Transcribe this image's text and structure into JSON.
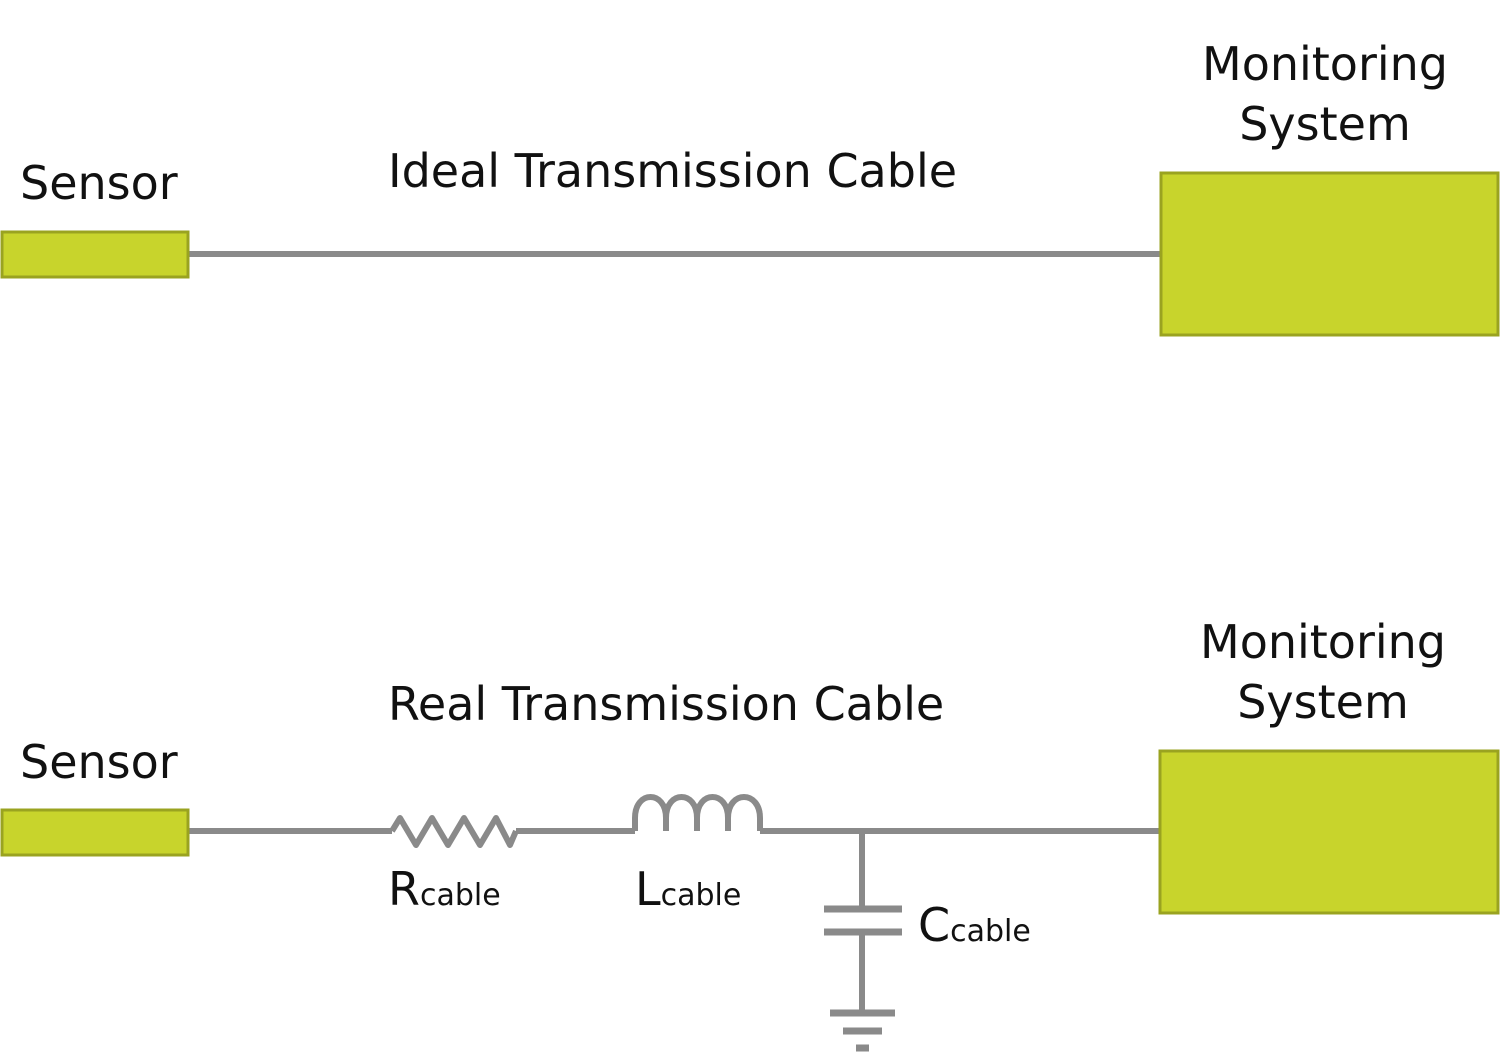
{
  "colors": {
    "box_fill": "#c8d42c",
    "box_border": "#9aa320",
    "wire": "#8a8a8a",
    "text": "#111111"
  },
  "ideal": {
    "sensor_label": "Sensor",
    "cable_label": "Ideal Transmission Cable",
    "monitor_line1": "Monitoring",
    "monitor_line2": "System"
  },
  "real": {
    "sensor_label": "Sensor",
    "cable_label": "Real Transmission Cable",
    "monitor_line1": "Monitoring",
    "monitor_line2": "System",
    "resistor": {
      "symbol": "R",
      "subscript": "cable"
    },
    "inductor": {
      "symbol": "L",
      "subscript": "cable"
    },
    "capacitor": {
      "symbol": "C",
      "subscript": "cable"
    }
  }
}
